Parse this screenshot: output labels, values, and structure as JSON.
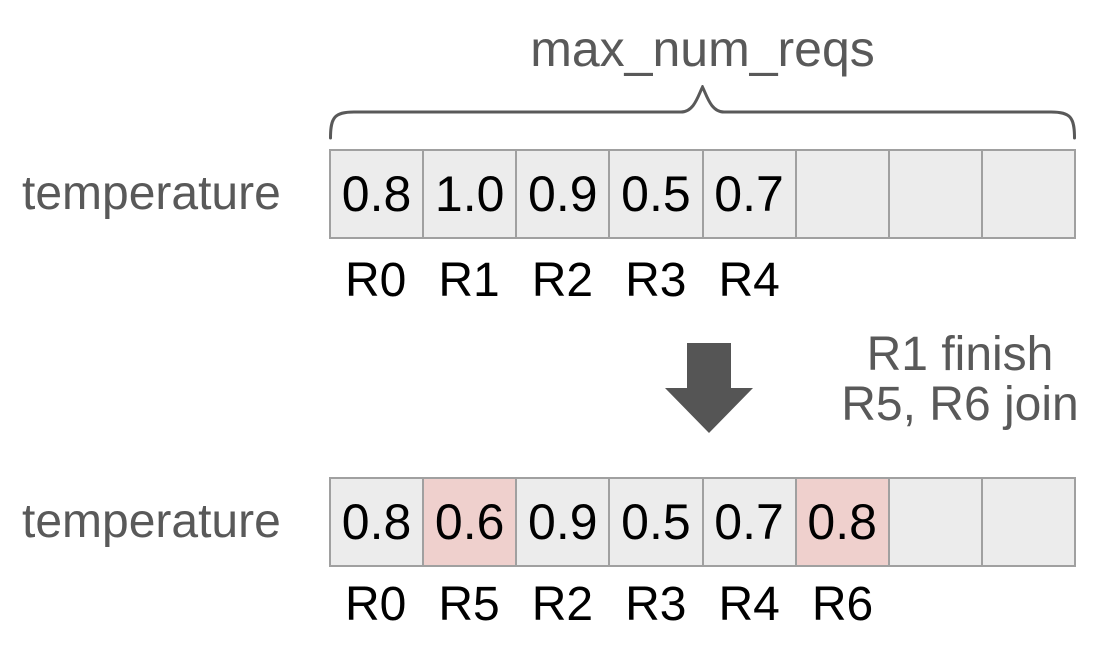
{
  "diagram": {
    "title": "max_num_reqs",
    "before": {
      "label": "temperature",
      "cells": [
        "0.8",
        "1.0",
        "0.9",
        "0.5",
        "0.7",
        "",
        "",
        ""
      ],
      "reqs": [
        "R0",
        "R1",
        "R2",
        "R3",
        "R4",
        "",
        "",
        ""
      ]
    },
    "transition": {
      "line1": "R1 finish",
      "line2": "R5, R6 join"
    },
    "after": {
      "label": "temperature",
      "cells": [
        "0.8",
        "0.6",
        "0.9",
        "0.5",
        "0.7",
        "0.8",
        "",
        ""
      ],
      "highlighted_cells": [
        1,
        5
      ],
      "reqs": [
        "R0",
        "R5",
        "R2",
        "R3",
        "R4",
        "R6",
        "",
        ""
      ]
    },
    "colors": {
      "cell_background": "#ececec",
      "cell_border": "#a0a0a0",
      "highlight_background": "#efd0cd",
      "gray_text": "#595959",
      "arrow": "#555555",
      "value_text": "#000000"
    }
  }
}
